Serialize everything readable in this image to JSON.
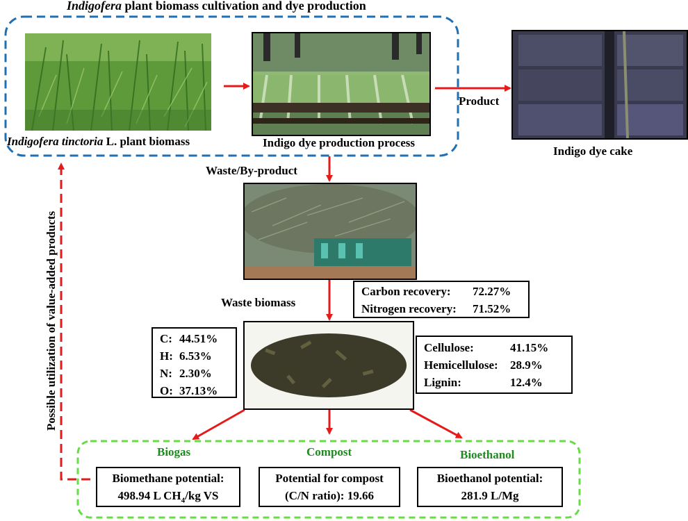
{
  "top_title": {
    "italic": "Indigofera",
    "rest": " plant biomass cultivation and dye production"
  },
  "plant_caption": {
    "italic": "Indigofera tinctoria",
    "rest": " L. plant biomass"
  },
  "process_caption": "Indigo dye production process",
  "product_label": "Product",
  "cake_caption": "Indigo dye cake",
  "waste_byproduct_label": "Waste/By-product",
  "waste_biomass_label": "Waste biomass",
  "side_label": "Possible utilization of value-added products",
  "recovery": [
    {
      "label": "Carbon recovery:",
      "value": "72.27%"
    },
    {
      "label": "Nitrogen recovery:",
      "value": "71.52%"
    }
  ],
  "elements": [
    {
      "label": "C:",
      "value": "44.51%"
    },
    {
      "label": "H:",
      "value": "6.53%"
    },
    {
      "label": "N:",
      "value": "2.30%"
    },
    {
      "label": "O:",
      "value": "37.13%"
    }
  ],
  "composition": [
    {
      "label": "Cellulose:",
      "value": "41.15%"
    },
    {
      "label": "Hemicellulose:",
      "value": "28.9%"
    },
    {
      "label": "Lignin:",
      "value": "12.4%"
    }
  ],
  "biogas": {
    "title": "Biogas",
    "line1": "Biomethane potential:",
    "value": "498.94 L CH",
    "sub": "4",
    "unit": "/kg VS"
  },
  "compost": {
    "title": "Compost",
    "line1": "Potential for compost",
    "line2": "(C/N ratio): 19.66"
  },
  "bioethanol": {
    "title": "Bioethanol",
    "line1": "Bioethanol potential:",
    "line2": "281.9 L/Mg"
  },
  "colors": {
    "blue_dash": "#1f6fb2",
    "green_dash": "#66dd44",
    "arrow_red": "#e51a1a",
    "title_green": "#1f8a1f"
  }
}
